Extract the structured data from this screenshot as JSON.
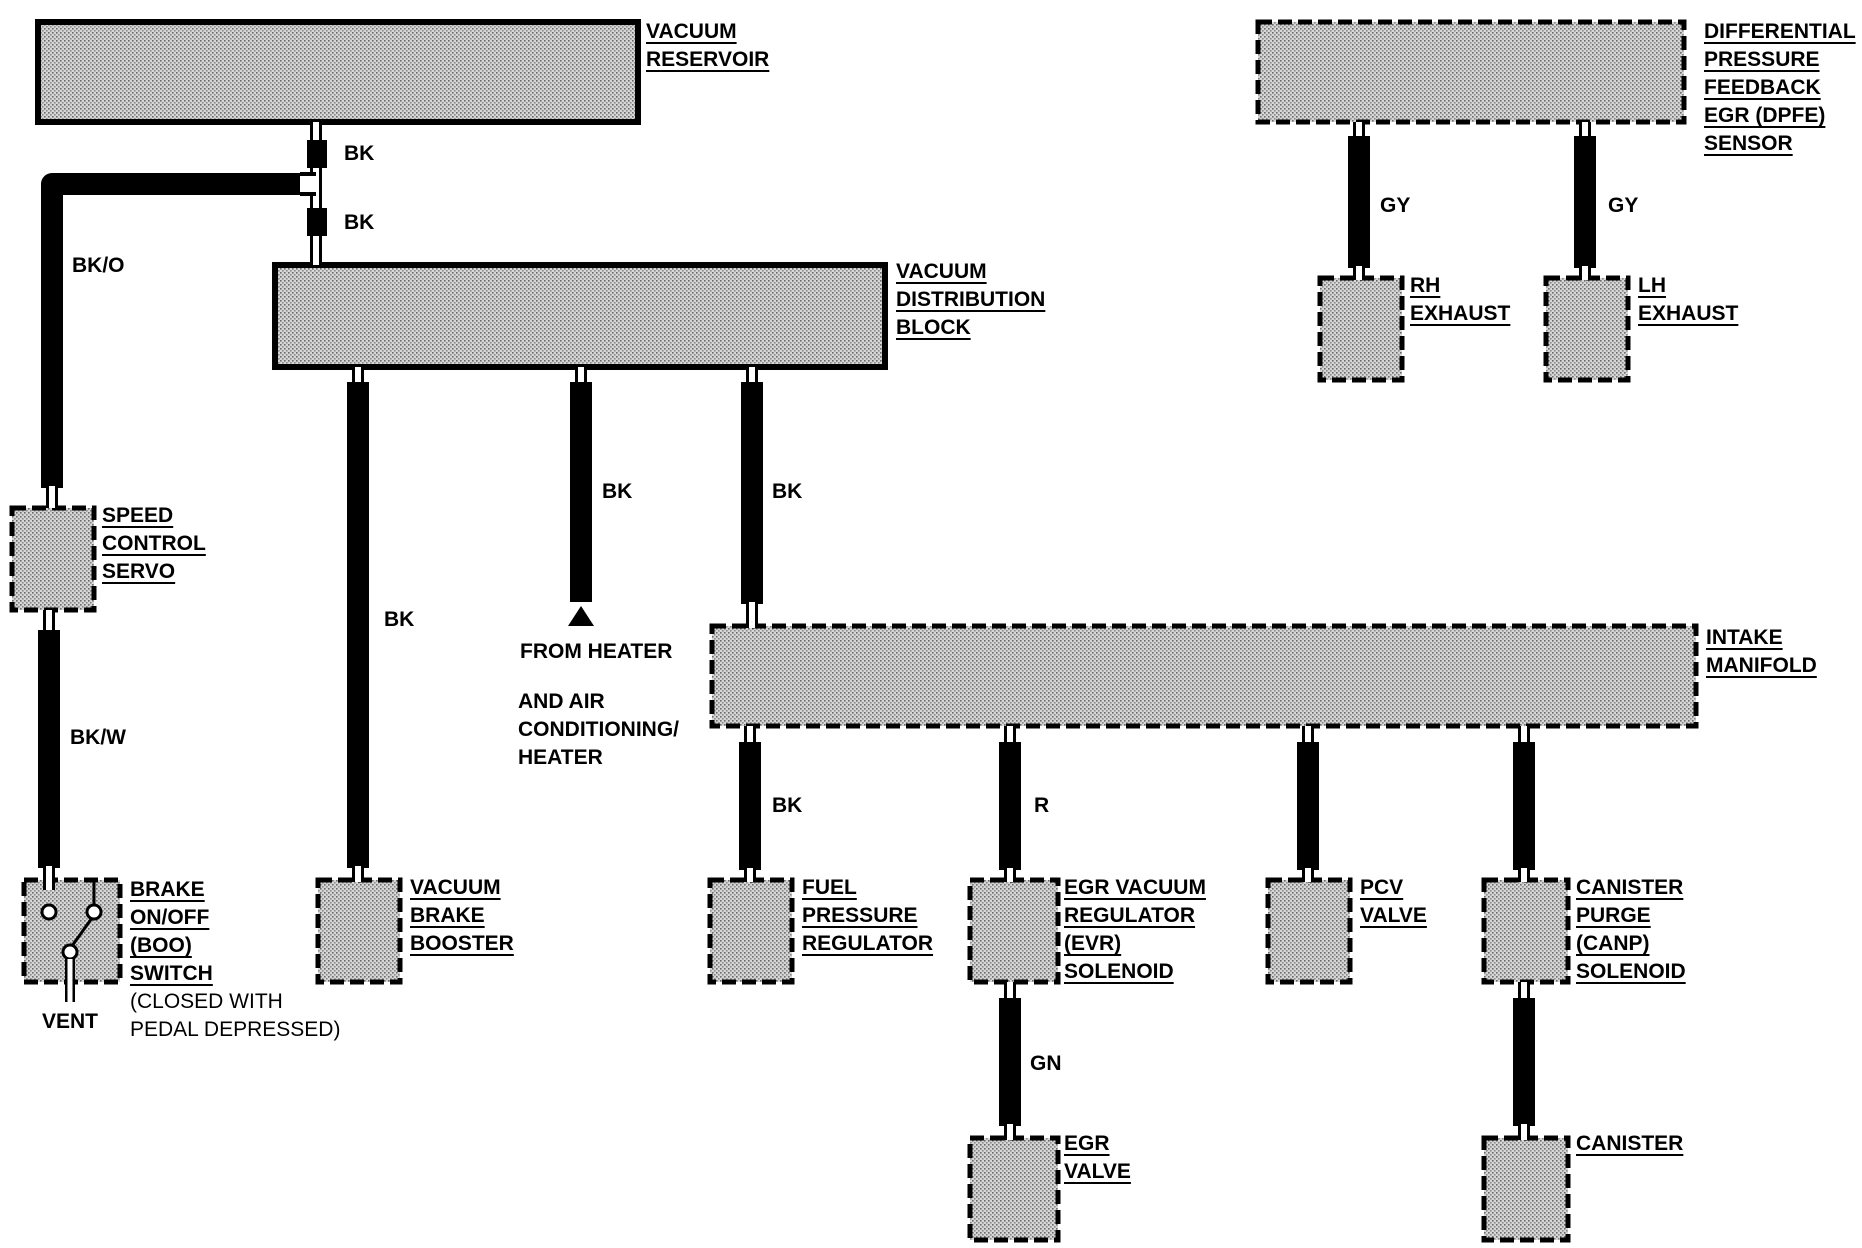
{
  "colors": {
    "ink": "#000000",
    "fill": "#cfcfcf",
    "background": "#ffffff"
  },
  "components": {
    "vacuum_reservoir": [
      "VACUUM",
      "RESERVOIR"
    ],
    "vacuum_distribution_block": [
      "VACUUM",
      "DISTRIBUTION",
      "BLOCK"
    ],
    "dpfe_sensor": [
      "DIFFERENTIAL",
      "PRESSURE",
      "FEEDBACK",
      "EGR (DPFE)",
      "SENSOR"
    ],
    "rh_exhaust": [
      "RH",
      "EXHAUST"
    ],
    "lh_exhaust": [
      "LH",
      "EXHAUST"
    ],
    "speed_control_servo": [
      "SPEED",
      "CONTROL",
      "SERVO"
    ],
    "intake_manifold": [
      "INTAKE",
      "MANIFOLD"
    ],
    "brake_switch": [
      "BRAKE",
      "ON/OFF",
      "(BOO)",
      "SWITCH",
      "(CLOSED WITH",
      "PEDAL DEPRESSED)"
    ],
    "vacuum_brake_booster": [
      "VACUUM",
      "BRAKE",
      "BOOSTER"
    ],
    "fuel_pressure_regulator": [
      "FUEL",
      "PRESSURE",
      "REGULATOR"
    ],
    "egr_vacuum_regulator": [
      "EGR VACUUM",
      "REGULATOR",
      "(EVR)",
      "SOLENOID"
    ],
    "pcv_valve": [
      "PCV",
      "VALVE"
    ],
    "canister_purge": [
      "CANISTER",
      "PURGE",
      "(CANP)",
      "SOLENOID"
    ],
    "egr_valve": [
      "EGR",
      "VALVE"
    ],
    "canister": [
      "CANISTER"
    ]
  },
  "notes": {
    "vent": "VENT",
    "from_heater": [
      "FROM HEATER",
      "AND AIR",
      "CONDITIONING/",
      "HEATER"
    ]
  },
  "wire_colors": {
    "reservoir_upper_connector": "BK",
    "reservoir_lower_connector": "BK",
    "speed_control_feed": "BK/O",
    "speed_control_to_brake": "BK/W",
    "brake_booster_line": "BK",
    "heater_line": "BK",
    "intake_line": "BK",
    "dpfe_rh_line": "GY",
    "dpfe_lh_line": "GY",
    "fuel_regulator_line": "BK",
    "evr_line": "R",
    "egr_valve_line": "GN"
  }
}
